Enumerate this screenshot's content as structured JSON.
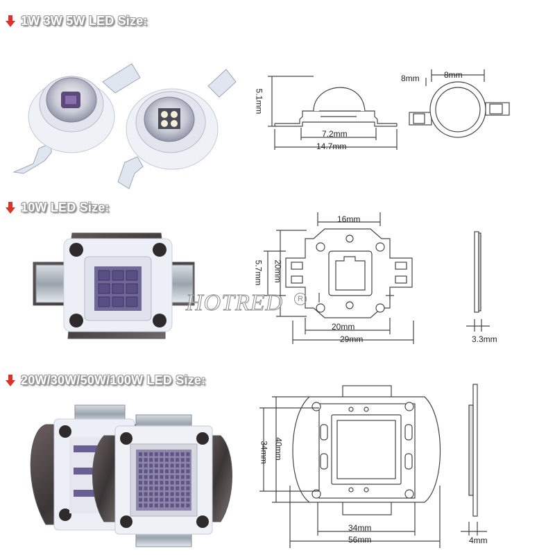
{
  "sections": {
    "small": {
      "heading": "1W 3W 5W LED Size:"
    },
    "mid": {
      "heading": "10W LED Size:"
    },
    "large": {
      "heading": "20W/30W/50W/100W LED Size:"
    }
  },
  "dimensions": {
    "small_height": "5.1mm",
    "small_inner_width": "7.2mm",
    "small_total_width": "14.7mm",
    "small_round_a": "8mm",
    "small_round_b": "8mm",
    "mid_top": "16mm",
    "mid_height": "20mm",
    "mid_inner_height": "5.7mm",
    "mid_inner_width": "20mm",
    "mid_total_width": "29mm",
    "mid_thickness": "3.3mm",
    "large_height": "40mm",
    "large_inner_height": "34mm",
    "large_inner_width": "34mm",
    "large_total_width": "56mm",
    "large_thickness": "4mm"
  },
  "watermark": {
    "text": "HOTRED",
    "mark": "R"
  },
  "colors": {
    "arrow": "#d9342b",
    "outline": "#444444",
    "substrate": "#eef0f6",
    "chip": "#7a6fa8"
  }
}
